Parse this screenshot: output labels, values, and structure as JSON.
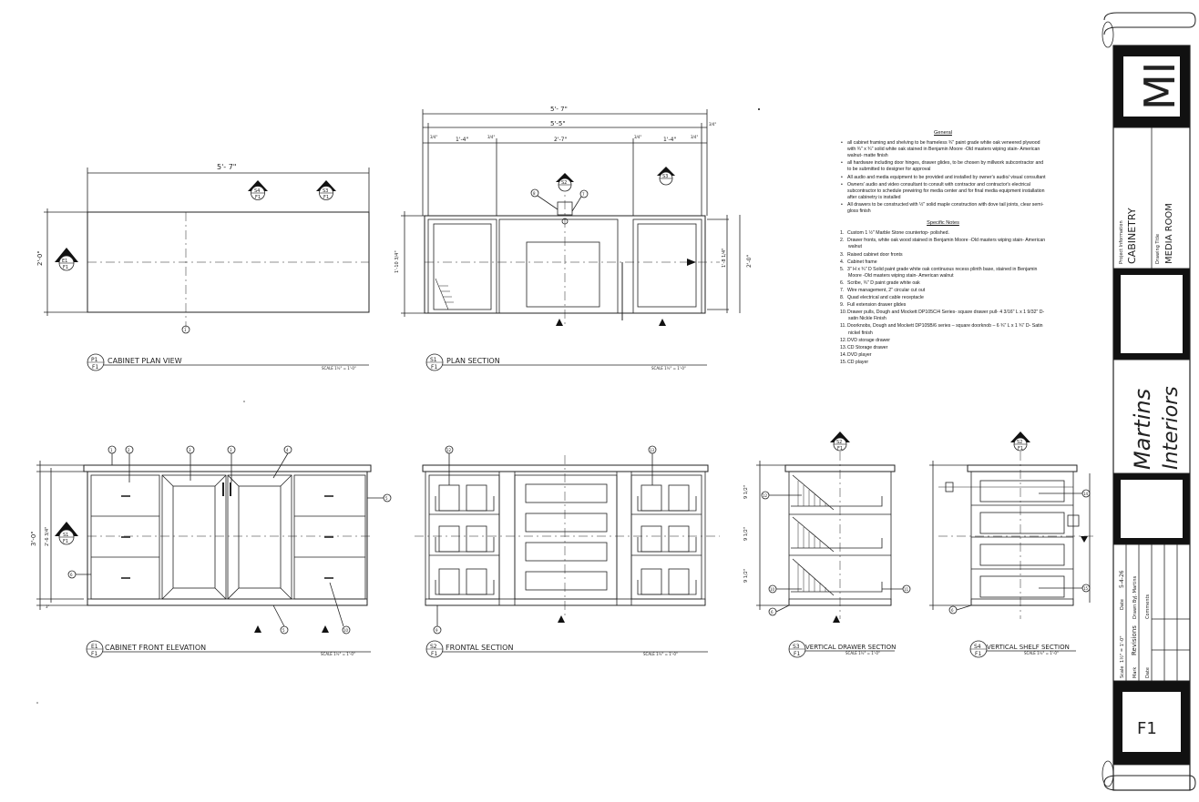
{
  "views": {
    "plan_view": {
      "title": "CABINET PLAN VIEW",
      "scale": "SCALE 1½\" = 1'-0\"",
      "tag_top": "P1",
      "tag_bot": "F1",
      "dim_width": "5'- 7\"",
      "dim_depth": "2'-0\"",
      "marker_a": "S4",
      "marker_b": "S3",
      "marker_c": "E1",
      "marker_bot": "F1",
      "center_callout": "1"
    },
    "plan_section": {
      "title": "PLAN SECTION",
      "scale": "SCALE 1½\" = 1'-0\"",
      "tag_top": "S1",
      "tag_bot": "F1",
      "dim_overall": "5'- 7\"",
      "dim_inner": "5'-5\"",
      "dim_left": "1'-4\"",
      "dim_mid": "2'-7\"",
      "dim_right": "1'-4\"",
      "dim_frac": "3/4\"",
      "dim_depth": "2'-0\"",
      "dim_left_depth": "1'-10 3/4\"",
      "dim_right_depth": "1'-8 1/4\"",
      "marker": "S2",
      "marker_b": "S3",
      "callout_a": "8",
      "callout_b": "7"
    },
    "front_elevation": {
      "title": "CABINET FRONT ELEVATION",
      "scale": "SCALE 1½\" = 1'-0\"",
      "tag_top": "E1",
      "tag_bot": "F1",
      "dim_height": "3'-0\"",
      "dim_inner": "2'-6 3/4\"",
      "dim_base": "3\"",
      "marker": "S1",
      "marker_bot": "F1",
      "callouts": [
        "1",
        "2",
        "3",
        "3",
        "4",
        "5",
        "6",
        "10",
        "5"
      ]
    },
    "frontal_section": {
      "title": "FRONTAL SECTION",
      "scale": "SCALE 1½\" = 1'-0\"",
      "tag_top": "S2",
      "tag_bot": "F1",
      "callouts": [
        "12",
        "13",
        "9"
      ]
    },
    "vertical_drawer": {
      "title": "VERTICAL DRAWER SECTION",
      "scale": "SCALE 1½\" = 1'-0\"",
      "tag_top": "S3",
      "tag_bot": "F1",
      "marker": "S2",
      "dims": [
        "9 1/2\"",
        "9 1/2\"",
        "9 1/2\""
      ],
      "callouts": [
        "12",
        "10",
        "6",
        "11"
      ]
    },
    "vertical_shelf": {
      "title": "VERTICAL SHELF SECTION",
      "scale": "SCALE 1½\" = 1'-0\"",
      "tag_top": "S4",
      "tag_bot": "F1",
      "marker": "S2",
      "callouts": [
        "11",
        "14",
        "15",
        "6"
      ]
    }
  },
  "notes": {
    "general_title": "General",
    "general": [
      "all cabinet framing and shelving to be frameless ¾\" paint grade white oak veneered plywood with ¾\" x ¾\" solid white oak stained in Benjamin Moore -Old masters wiping stain- American walnut- matte finish",
      "all hardware including door hinges, drawer glides, to be chosen by millwork subcontractor and to be submitted to designer for approval",
      "All audio and media equipment to be provided and installed by owner's audio/ visual consultant",
      "Owners' audio and video consultant to consult with contractor and contractor's electrical subcontractor to schedule prewiring for media center and for final media equipment installation after cabinetry is installed",
      "All drawers to be constructed with ½\" solid maple construction with dove tail joints, clear semi-gloss finish"
    ],
    "specific_title": "Specific Notes",
    "specific": [
      "Custom 1 ½\" Marble Stone countertop- polished.",
      "Drawer fronts, white oak wood stained in Benjamin Moore -Old masters wiping stain- American walnut",
      "Raised cabinet door fronts",
      "Cabinet frame",
      "3\" H x ¾\" D Solid paint grade white oak continuous recess plinth base, stained in Benjamin Moore -Old masters wiping stain- American walnut",
      "Scribe, ¾\" D paint grade white oak",
      "Wire management, 2\" circular cut out",
      "Quad electrical and cable receptacle",
      "Full extension drawer glides",
      "Drawer pulls, Dough and Mockett DP105C/4 Series- square drawer pull- 4 3/16\" L x 1 9/32\" D- satin Nickle Finish",
      "Doorknobs, Dough and Mockett DP105B/6 series – square doorknob – 6 ¾\" L x 1 ¾\" D- Satin nickel finish",
      "DVD storage drawer",
      "CD Storage drawer",
      "DVD player",
      "CD player"
    ]
  },
  "title_block": {
    "logo": "MI",
    "project_label": "Project Information",
    "project_value": "CABINETRY",
    "drawing_label": "Drawing Title",
    "drawing_value": "MEDIA ROOM",
    "company_line1": "Martins",
    "company_line2": "Interiors",
    "date_label": "Date",
    "date_value": "5-4-26",
    "drawn_label": "Drawn By",
    "drawn_value": "J. Martins",
    "comments_label": "Comments",
    "revisions_label": "Revisions",
    "scale_label": "Scale",
    "scale_value": "1½\" = 1'-0\"",
    "mark_label": "Mark",
    "date2_label": "Date",
    "sheet_value": "F1"
  }
}
